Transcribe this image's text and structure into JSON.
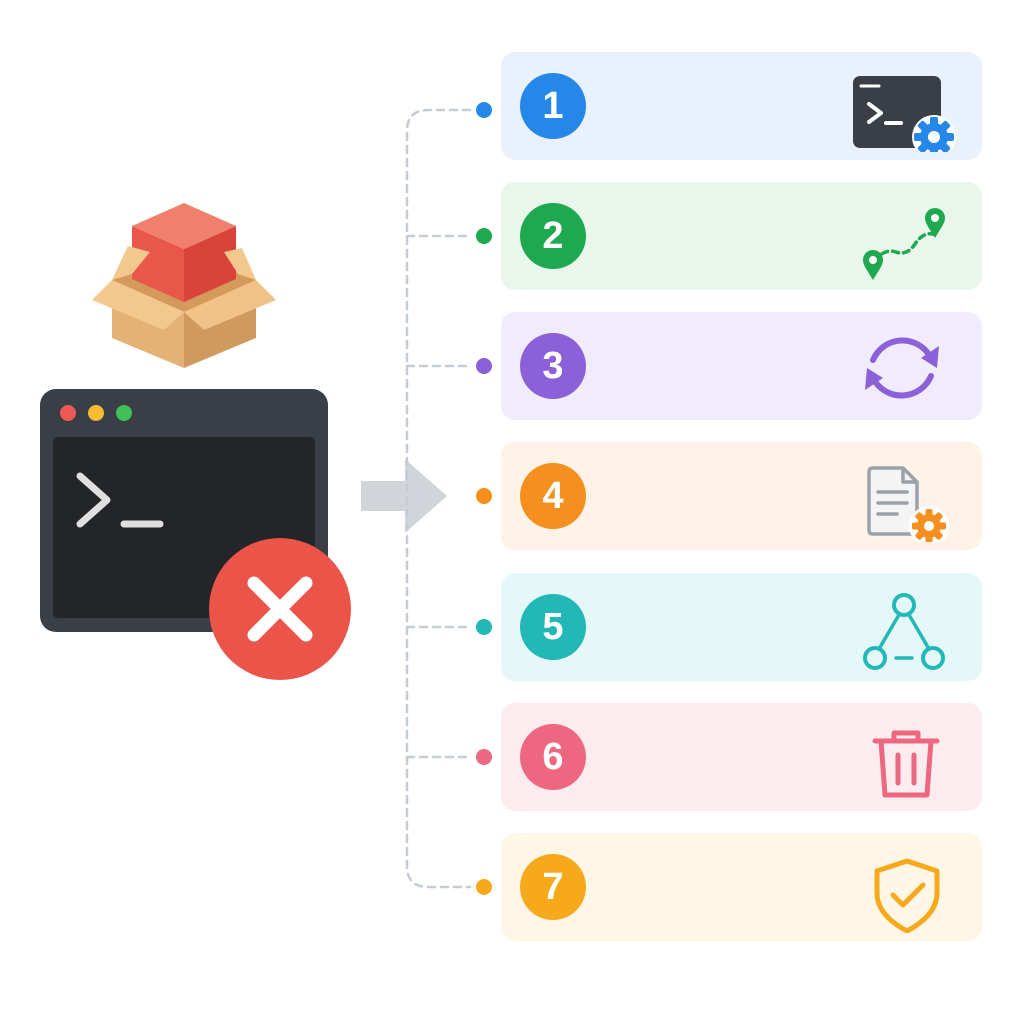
{
  "colors": {
    "terminal_frame": "#3a3f47",
    "terminal_screen": "#232528",
    "terminal_prompt": "#e0e0e0",
    "error_badge": "#ea5449",
    "box_cardboard": "#e5b276",
    "box_cube": "#e9574a",
    "connector": "#c6ccd3",
    "arrow": "#d1d5da"
  },
  "window_controls": [
    {
      "name": "close",
      "color": "#ee5a52"
    },
    {
      "name": "minimize",
      "color": "#f4bd2f"
    },
    {
      "name": "maximize",
      "color": "#40c057"
    }
  ],
  "steps": [
    {
      "number": "1",
      "color": "#2588e9",
      "background": "#e8f1fc",
      "icon": "terminal-gear-icon"
    },
    {
      "number": "2",
      "color": "#1ea84f",
      "background": "#e8f6ec",
      "icon": "route-pins-icon"
    },
    {
      "number": "3",
      "color": "#8b60d8",
      "background": "#f1ecfb",
      "icon": "sync-arrows-icon"
    },
    {
      "number": "4",
      "color": "#f5901e",
      "background": "#fef3e6",
      "icon": "document-gear-icon"
    },
    {
      "number": "5",
      "color": "#22b8b8",
      "background": "#e6f7f7",
      "icon": "node-graph-icon"
    },
    {
      "number": "6",
      "color": "#ee6781",
      "background": "#fdecef",
      "icon": "trash-icon"
    },
    {
      "number": "7",
      "color": "#f7a91c",
      "background": "#fef6e6",
      "icon": "shield-check-icon"
    }
  ]
}
